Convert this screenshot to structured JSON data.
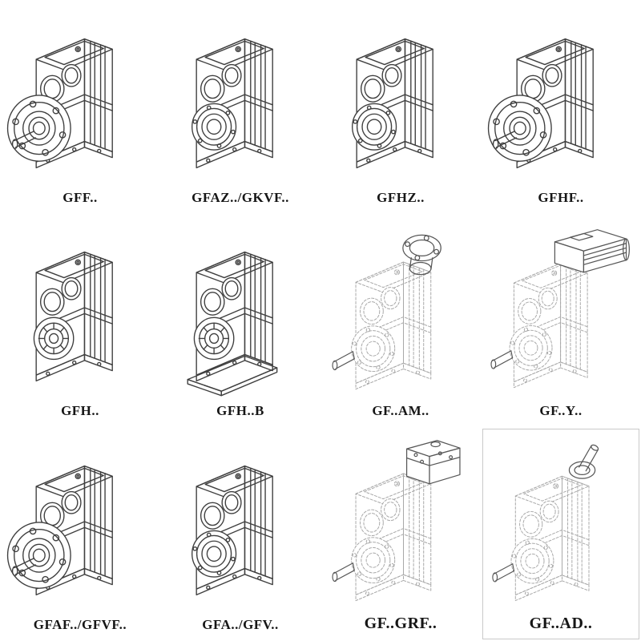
{
  "page": {
    "kind": "gear-reducer-catalog-figure",
    "background": "#ffffff"
  },
  "colors": {
    "solid_line": "#3f3f3f",
    "phantom_line": "#a8a8a8",
    "label_text": "#161616"
  },
  "catalog": {
    "cells": [
      {
        "label": "GFF..",
        "drawing": "helical-gearbox-output-flange"
      },
      {
        "label": "GFAZ../GKVF..",
        "drawing": "helical-gearbox-hollow-shaft"
      },
      {
        "label": "GFHZ..",
        "drawing": "helical-gearbox-hollow-shaft"
      },
      {
        "label": "GFHF..",
        "drawing": "helical-gearbox-output-flange"
      },
      {
        "label": "GFH..",
        "drawing": "helical-gearbox-shaft-mounted"
      },
      {
        "label": "GFH..B",
        "drawing": "helical-gearbox-shaft-mounted-base"
      },
      {
        "label": "GF..AM..",
        "drawing": "gearbox-phantom-iec-adapter-flange"
      },
      {
        "label": "GF..Y..",
        "drawing": "gearbox-phantom-with-motor"
      },
      {
        "label": "GFAF../GFVF..",
        "drawing": "helical-gearbox-output-flange"
      },
      {
        "label": "GFA../GFV..",
        "drawing": "helical-gearbox-hollow-shaft"
      },
      {
        "label": "GF..GRF..",
        "drawing": "gearbox-phantom-adapter-box"
      },
      {
        "label": "GF..AD..",
        "drawing": "gearbox-phantom-input-shaft"
      }
    ]
  }
}
